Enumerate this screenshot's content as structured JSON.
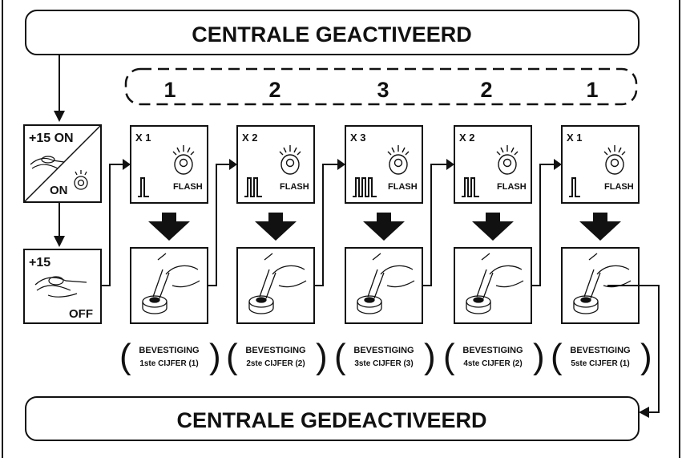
{
  "header": {
    "title": "CENTRALE GEACTIVEERD"
  },
  "footer": {
    "title": "CENTRALE GEDEACTIVEERD"
  },
  "code_digits": [
    "1",
    "2",
    "3",
    "2",
    "1"
  ],
  "ignition": {
    "on_box": {
      "top_label": "+15 ON",
      "bottom_label": "ON"
    },
    "off_box": {
      "top_label": "+15",
      "bottom_label": "OFF"
    }
  },
  "steps": [
    {
      "count_label": "X 1",
      "pulses": 1,
      "flash_label": "FLASH",
      "confirm_line1": "BEVESTIGING",
      "confirm_line2": "1ste CIJFER (1)"
    },
    {
      "count_label": "X 2",
      "pulses": 2,
      "flash_label": "FLASH",
      "confirm_line1": "BEVESTIGING",
      "confirm_line2": "2ste CIJFER (2)"
    },
    {
      "count_label": "X 3",
      "pulses": 3,
      "flash_label": "FLASH",
      "confirm_line1": "BEVESTIGING",
      "confirm_line2": "3ste CIJFER (3)"
    },
    {
      "count_label": "X 2",
      "pulses": 2,
      "flash_label": "FLASH",
      "confirm_line1": "BEVESTIGING",
      "confirm_line2": "4ste CIJFER (2)"
    },
    {
      "count_label": "X 1",
      "pulses": 1,
      "flash_label": "FLASH",
      "confirm_line1": "BEVESTIGING",
      "confirm_line2": "5ste CIJFER (1)"
    }
  ]
}
